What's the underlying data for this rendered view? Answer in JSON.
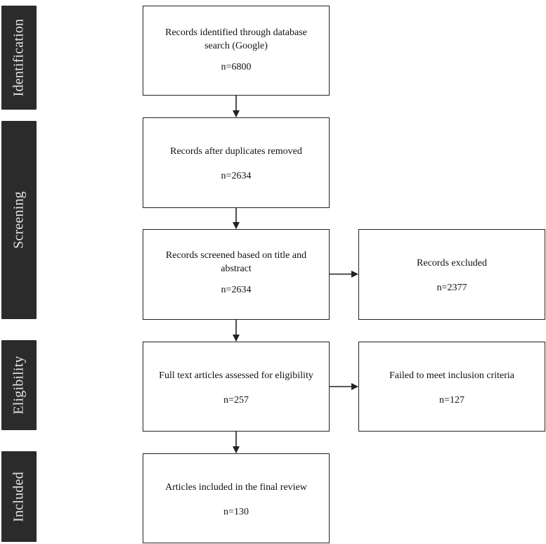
{
  "stages": {
    "identification": "Identification",
    "screening": "Screening",
    "eligibility": "Eligibility",
    "included": "Included"
  },
  "boxes": {
    "identified": {
      "title": "Records identified through database search (Google)",
      "count": "n=6800"
    },
    "deduplicated": {
      "title": "Records after duplicates removed",
      "count": "n=2634"
    },
    "screened": {
      "title": "Records screened based on title and abstract",
      "count": "n=2634"
    },
    "excluded": {
      "title": "Records excluded",
      "count": "n=2377"
    },
    "fulltext": {
      "title": "Full text articles assessed for eligibility",
      "count": "n=257"
    },
    "failed": {
      "title": "Failed to meet inclusion criteria",
      "count": "n=127"
    },
    "included": {
      "title": "Articles included in the final review",
      "count": "n=130"
    }
  }
}
